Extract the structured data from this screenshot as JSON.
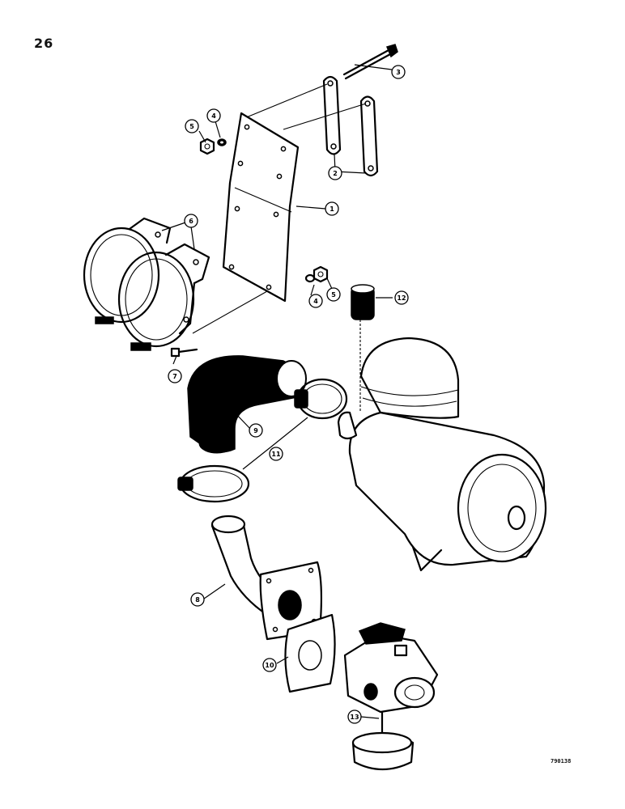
{
  "page_number": "26",
  "drawing_id": "790138",
  "callouts": [
    {
      "label": "1",
      "part": "mounting-plate"
    },
    {
      "label": "2",
      "part": "strap"
    },
    {
      "label": "3",
      "part": "bolt"
    },
    {
      "label": "4",
      "part": "lock-washer"
    },
    {
      "label": "4",
      "part": "lock-washer"
    },
    {
      "label": "5",
      "part": "nut"
    },
    {
      "label": "5",
      "part": "nut"
    },
    {
      "label": "6",
      "part": "band-clamp"
    },
    {
      "label": "7",
      "part": "cap-screw"
    },
    {
      "label": "8",
      "part": "elbow-tube"
    },
    {
      "label": "9",
      "part": "hose"
    },
    {
      "label": "10",
      "part": "gasket"
    },
    {
      "label": "11",
      "part": "hose-clamp"
    },
    {
      "label": "12",
      "part": "precleaner-cap"
    },
    {
      "label": "13",
      "part": "carburetor-stud"
    }
  ]
}
